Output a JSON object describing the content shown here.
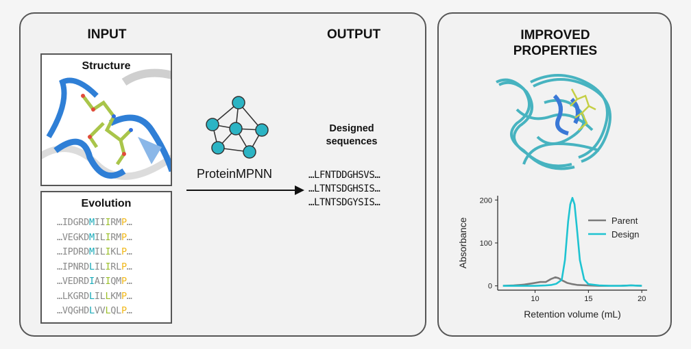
{
  "left": {
    "input_heading": "INPUT",
    "output_heading": "OUTPUT",
    "structure_title": "Structure",
    "evolution_title": "Evolution",
    "model_label": "ProteinMPNN",
    "designed_label_line1": "Designed",
    "designed_label_line2": "sequences",
    "evolution_sequences": [
      {
        "pre": "…",
        "a": "IDGRD",
        "b": "M",
        "c": "II",
        "d": "I",
        "e": "RM",
        "f": "P",
        "g": "…"
      },
      {
        "pre": "…",
        "a": "VEGKD",
        "b": "M",
        "c": "IL",
        "d": "I",
        "e": "RM",
        "f": "P",
        "g": "…"
      },
      {
        "pre": "…",
        "a": "IPDRD",
        "b": "M",
        "c": "IL",
        "d": "I",
        "e": "KL",
        "f": "P",
        "g": "…"
      },
      {
        "pre": "…",
        "a": "IPNRD",
        "b": "L",
        "c": "IL",
        "d": "I",
        "e": "RL",
        "f": "P",
        "g": "…"
      },
      {
        "pre": "…",
        "a": "VEDRD",
        "b": "I",
        "c": "AI",
        "d": "I",
        "e": "QM",
        "f": "P",
        "g": "…"
      },
      {
        "pre": "…",
        "a": "LKGRD",
        "b": "L",
        "c": "IL",
        "d": "L",
        "e": "KM",
        "f": "P",
        "g": "…"
      },
      {
        "pre": "…",
        "a": "VQGHD",
        "b": "L",
        "c": "VV",
        "d": "L",
        "e": "QL",
        "f": "P",
        "g": "…"
      }
    ],
    "designed_sequences": [
      "…LFNTDDGHSVS…",
      "…LTNTSDGHSIS…",
      "…LTNTSDGYSIS…"
    ]
  },
  "right": {
    "heading_line1": "IMPROVED",
    "heading_line2": "PROPERTIES"
  },
  "chart_data": {
    "type": "line",
    "xlabel": "Retention volume (mL)",
    "ylabel": "Absorbance",
    "xlim": [
      6.5,
      20.5
    ],
    "ylim": [
      -10,
      210
    ],
    "x_ticks": [
      10,
      15,
      20
    ],
    "y_ticks": [
      0,
      100,
      200
    ],
    "legend_position": "right",
    "series": [
      {
        "name": "Parent",
        "color": "#7a7a7a",
        "x": [
          7,
          8,
          9,
          9.8,
          10.5,
          11,
          11.5,
          11.9,
          12.2,
          12.6,
          13,
          13.5,
          14,
          15,
          16,
          17,
          18,
          19,
          20
        ],
        "y": [
          0,
          1,
          3,
          6,
          9,
          9,
          16,
          20,
          18,
          12,
          7,
          4,
          2,
          1,
          0,
          0,
          0,
          1,
          0
        ]
      },
      {
        "name": "Design",
        "color": "#1ec3d1",
        "x": [
          7,
          8,
          9,
          10,
          11,
          11.5,
          12,
          12.5,
          12.8,
          13.1,
          13.3,
          13.5,
          13.7,
          13.9,
          14.2,
          14.6,
          15,
          16,
          17,
          18,
          19,
          20
        ],
        "y": [
          0,
          0,
          0,
          0,
          1,
          2,
          5,
          14,
          60,
          150,
          190,
          205,
          190,
          140,
          60,
          15,
          4,
          1,
          0,
          0,
          1,
          0
        ]
      }
    ]
  }
}
